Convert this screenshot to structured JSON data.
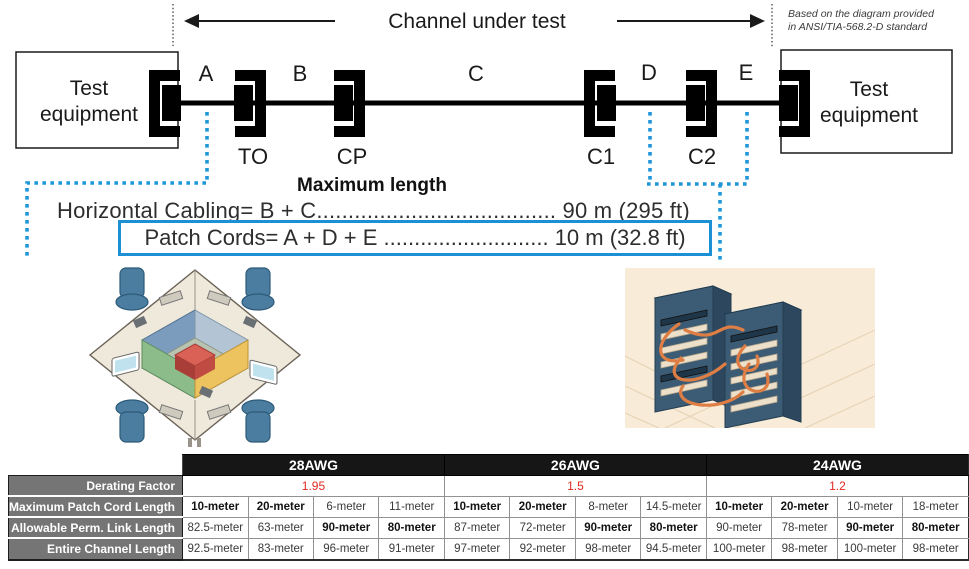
{
  "header": {
    "channel_label": "Channel under test",
    "note_line1": "Based on the diagram provided",
    "note_line2": "in ANSI/TIA-568.2-D standard"
  },
  "diagram": {
    "left_equipment_line1": "Test",
    "left_equipment_line2": "equipment",
    "right_equipment_line1": "Test",
    "right_equipment_line2": "equipment",
    "segments": {
      "A": "A",
      "B": "B",
      "C": "C",
      "D": "D",
      "E": "E"
    },
    "connectors": {
      "TO": "TO",
      "CP": "CP",
      "C1": "C1",
      "C2": "C2"
    }
  },
  "formulas": {
    "heading": "Maximum length",
    "horizontal_cabling": "Horizontal Cabling= B + C...................................... 90 m (295 ft)",
    "patch_cords": "Patch Cords= A + D + E ........................... 10 m (32.8 ft)"
  },
  "colors": {
    "accent_blue": "#1b90d5",
    "derating_red": "#e02b22",
    "table_header_bg": "#161616",
    "row_label_bg": "#757575",
    "cable_orange": "#de7e44",
    "rack_blue": "#3c5b74"
  },
  "table": {
    "row_labels": [
      "Derating Factor",
      "Maximum Patch Cord Length",
      "Allowable Perm. Link Length",
      "Entire Channel Length"
    ],
    "groups": [
      {
        "label": "28AWG",
        "derating": "1.95",
        "patch": [
          "10-meter",
          "20-meter",
          "6-meter",
          "11-meter"
        ],
        "link": [
          "82.5-meter",
          "63-meter",
          "90-meter",
          "80-meter"
        ],
        "channel": [
          "92.5-meter",
          "83-meter",
          "96-meter",
          "91-meter"
        ]
      },
      {
        "label": "26AWG",
        "derating": "1.5",
        "patch": [
          "10-meter",
          "20-meter",
          "8-meter",
          "14.5-meter"
        ],
        "link": [
          "87-meter",
          "72-meter",
          "90-meter",
          "80-meter"
        ],
        "channel": [
          "97-meter",
          "92-meter",
          "98-meter",
          "94.5-meter"
        ]
      },
      {
        "label": "24AWG",
        "derating": "1.2",
        "patch": [
          "10-meter",
          "20-meter",
          "10-meter",
          "18-meter"
        ],
        "link": [
          "90-meter",
          "78-meter",
          "90-meter",
          "80-meter"
        ],
        "channel": [
          "100-meter",
          "98-meter",
          "100-meter",
          "98-meter"
        ]
      }
    ]
  }
}
